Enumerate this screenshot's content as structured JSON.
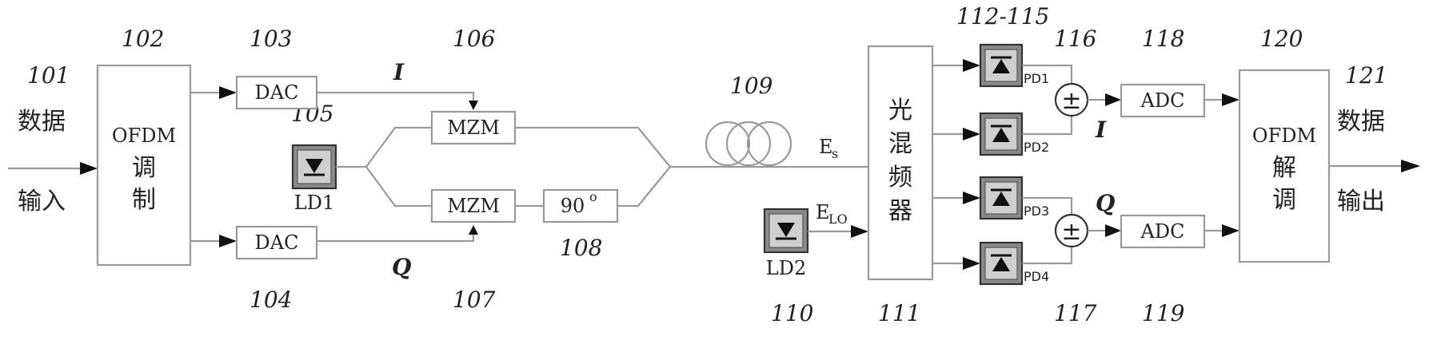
{
  "refs": {
    "r101": "101",
    "r102": "102",
    "r103": "103",
    "r104": "104",
    "r105": "105",
    "r106": "106",
    "r107": "107",
    "r108": "108",
    "r109": "109",
    "r110": "110",
    "r111": "111",
    "r112": "112-115",
    "r116": "116",
    "r117": "117",
    "r118": "118",
    "r119": "119",
    "r120": "120",
    "r121": "121"
  },
  "input": {
    "line1": "数据",
    "line2": "输入"
  },
  "output": {
    "line1": "数据",
    "line2": "输出"
  },
  "ofdm_mod": {
    "line1": "OFDM",
    "line2": "调",
    "line3": "制"
  },
  "ofdm_demod": {
    "line1": "OFDM",
    "line2": "解",
    "line3": "调"
  },
  "dac_top": "DAC",
  "dac_bottom": "DAC",
  "mzm_top": "MZM",
  "mzm_bottom": "MZM",
  "phase_shifter": "90",
  "phase_degree": "o",
  "ld1": "LD1",
  "ld2": "LD2",
  "mixer": {
    "c1": "光",
    "c2": "混",
    "c3": "频",
    "c4": "器"
  },
  "pd": [
    "PD1",
    "PD2",
    "PD3",
    "PD4"
  ],
  "adc_top": "ADC",
  "adc_bottom": "ADC",
  "signals": {
    "i_upper": "I",
    "q_lower": "Q",
    "i_right": "I",
    "q_right": "Q",
    "es_main": "E",
    "es_sub": "s",
    "elo_main": "E",
    "elo_sub": "LO"
  },
  "adder_symbol": "±",
  "colors": {
    "line": "#9a9a9a",
    "arrow": "#111111",
    "diode_fill": "#8a8a8a"
  }
}
